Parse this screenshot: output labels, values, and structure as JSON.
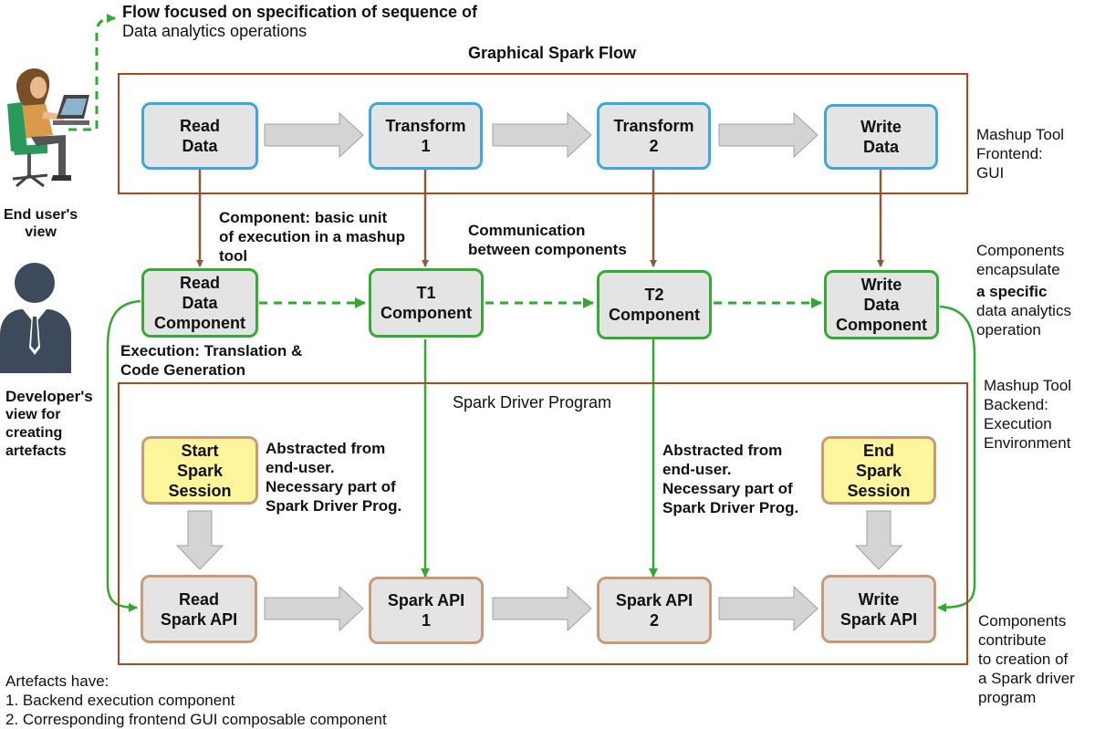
{
  "top_note": {
    "line1": "Flow focused on specification of sequence of",
    "line2": "Data analytics operations"
  },
  "gui_frame": {
    "title": "Graphical Spark Flow"
  },
  "driver_frame": {
    "title": "Spark Driver Program"
  },
  "gui_boxes": [
    {
      "label": "Read\nData"
    },
    {
      "label": "Transform\n1"
    },
    {
      "label": "Transform\n2"
    },
    {
      "label": "Write\nData"
    }
  ],
  "components": [
    {
      "label": "Read\nData\nComponent"
    },
    {
      "label": "T1\nComponent"
    },
    {
      "label": "T2\nComponent"
    },
    {
      "label": "Write\nData\nComponent"
    }
  ],
  "session_boxes": [
    {
      "label": "Start\nSpark\nSession"
    },
    {
      "label": "End\nSpark\nSession"
    }
  ],
  "api_boxes": [
    {
      "label": "Read\nSpark API"
    },
    {
      "label": "Spark API\n1"
    },
    {
      "label": "Spark API\n2"
    },
    {
      "label": "Write\nSpark API"
    }
  ],
  "annotations": {
    "end_user_view": "End user's\nview",
    "developer_view_bold": "Developer's",
    "developer_view_rest": "view for\ncreating\nartefacts",
    "component_def": "Component: basic unit\nof execution in a mashup\ntool",
    "communication": "Communication\nbetween components",
    "execution": "Execution: Translation &\nCode Generation",
    "abstracted": "Abstracted from\nend-user.\nNecessary part of\nSpark Driver Prog.",
    "frontend": "Mashup Tool\nFrontend:\nGUI",
    "encapsulate_pre": "Components\nencapsulate",
    "encapsulate_bold": "a specific",
    "encapsulate_post": "data analytics\noperation",
    "backend": "Mashup Tool\nBackend:\nExecution\nEnvironment",
    "contribute": "Components\ncontribute\nto creation of\na Spark driver\nprogram",
    "artefacts_title": "Artefacts have:",
    "artefacts_1": "1. Backend execution component",
    "artefacts_2": "2. Corresponding frontend GUI composable component"
  },
  "colors": {
    "frame": "#b5461c",
    "gui_border": "#3ea8de",
    "component_border": "#35aa35",
    "api_border": "#c89a78",
    "session_fill": "#fff59c",
    "box_fill": "#e4e4e4",
    "brown_arrow": "#8a5a3c",
    "green_line": "#2faa2f",
    "gray_arrow": "#d4d4d4"
  },
  "icons": [
    "end-user-at-computer-icon",
    "developer-icon"
  ]
}
